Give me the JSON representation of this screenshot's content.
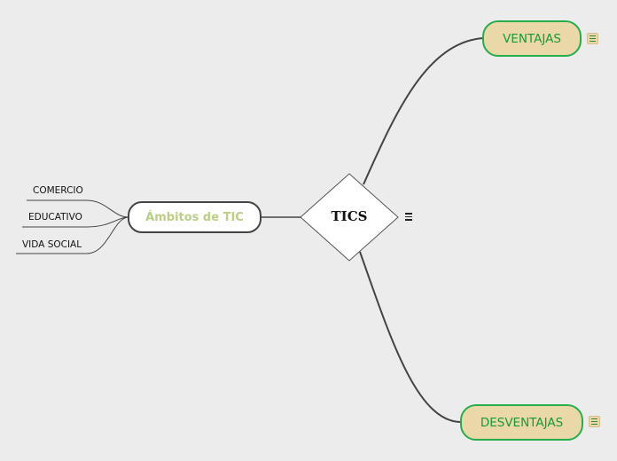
{
  "mindmap": {
    "central": {
      "label": "TICS"
    },
    "ventajas": {
      "label": "VENTAJAS"
    },
    "desventajas": {
      "label": "DESVENTAJAS"
    },
    "ambitos": {
      "label": "Ámbitos de TIC",
      "children": [
        "COMERCIO",
        "EDUCATIVO",
        "VIDA SOCIAL"
      ]
    }
  },
  "colors": {
    "background": "#ececec",
    "branch_fill": "#ead8a8",
    "branch_border": "#27ae4c",
    "branch_text": "#159a3a",
    "ambitos_text": "#b9cf86",
    "connector": "#444444"
  },
  "icons": [
    "menu-icon",
    "note-icon"
  ]
}
